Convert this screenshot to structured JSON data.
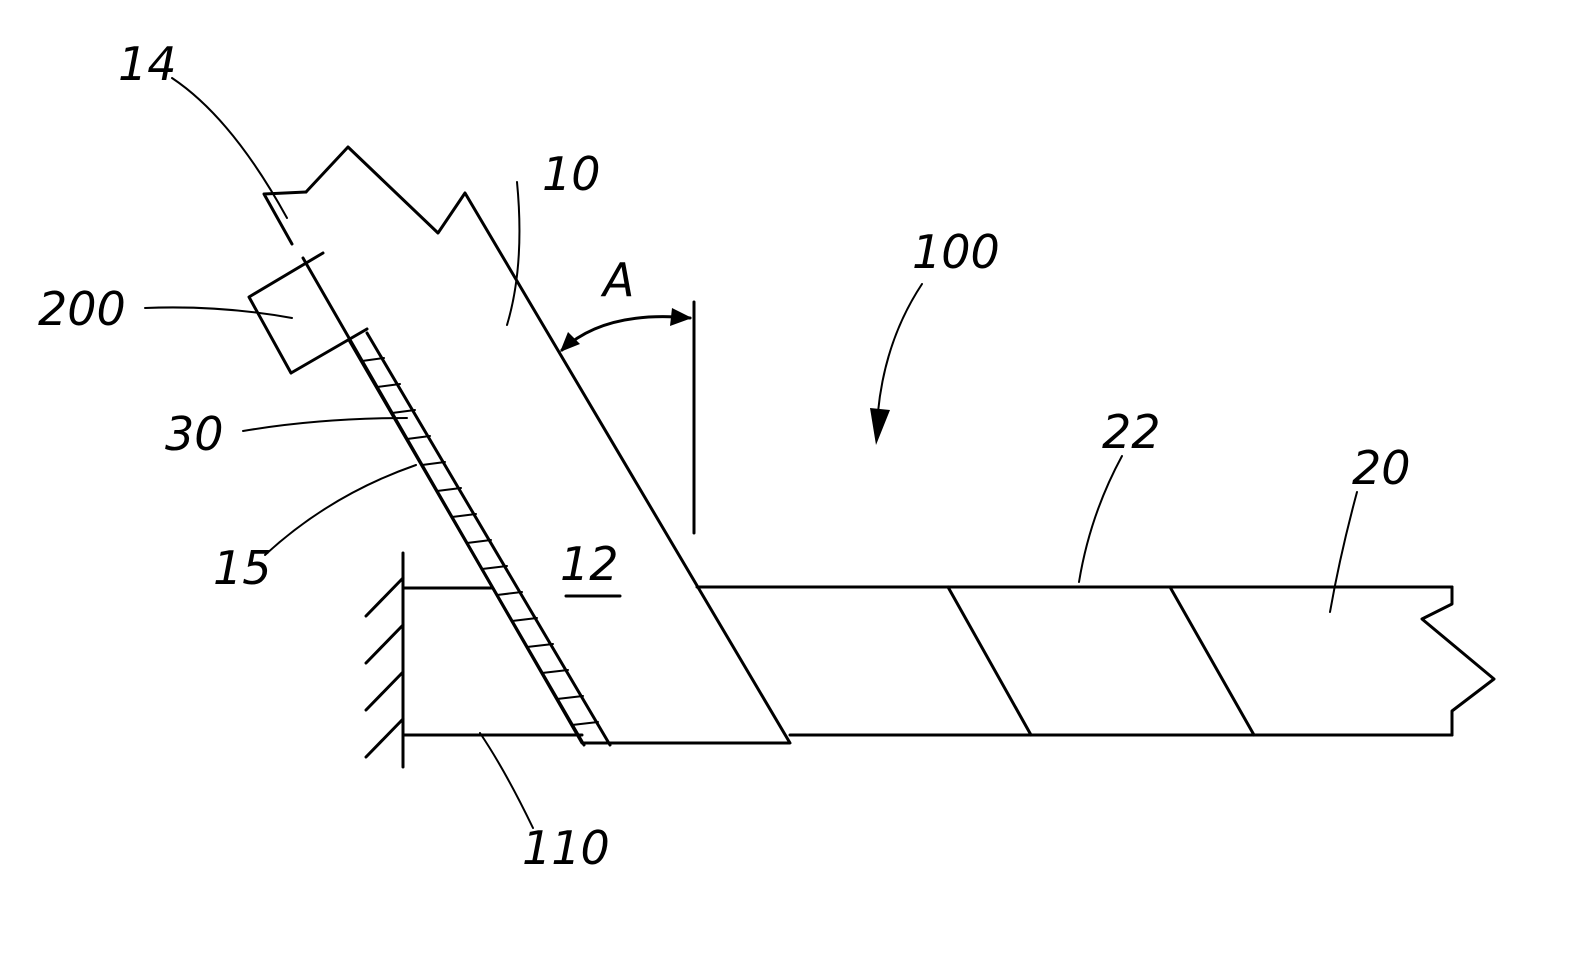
{
  "figure": {
    "labels": {
      "l14": "14",
      "l10": "10",
      "l100": "100",
      "lA": "A",
      "l200": "200",
      "l30": "30",
      "l15": "15",
      "l12": "12",
      "l22": "22",
      "l20": "20",
      "l110": "110"
    }
  }
}
